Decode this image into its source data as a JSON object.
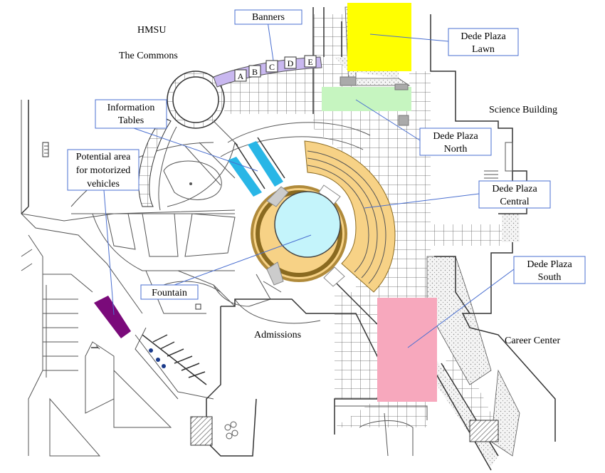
{
  "labels": {
    "hmsu": "HMSU",
    "commons": "The Commons",
    "science": "Science Building",
    "admissions": "Admissions",
    "career": "Career Center"
  },
  "callouts": {
    "banners": "Banners",
    "info_tables_1": "Information",
    "info_tables_2": "Tables",
    "motor_1": "Potential area",
    "motor_2": "for motorized",
    "motor_3": "vehicles",
    "fountain": "Fountain",
    "lawn_1": "Dede Plaza",
    "lawn_2": "Lawn",
    "north_1": "Dede Plaza",
    "north_2": "North",
    "central_1": "Dede Plaza",
    "central_2": "Central",
    "south_1": "Dede Plaza",
    "south_2": "South"
  },
  "banner_letters": [
    "A",
    "B",
    "C",
    "D",
    "E"
  ],
  "colors": {
    "lawn": "#ffff00",
    "north": "#c6f5c0",
    "central": "#f7d286",
    "central_ring": "#c9a04a",
    "fountain": "#c4f4fb",
    "info_tables": "#29b6e6",
    "motor_area": "#7a0a7a",
    "south": "#f7a8bd",
    "banners": "#c9b8f0",
    "leader": "#4a6fd0"
  }
}
